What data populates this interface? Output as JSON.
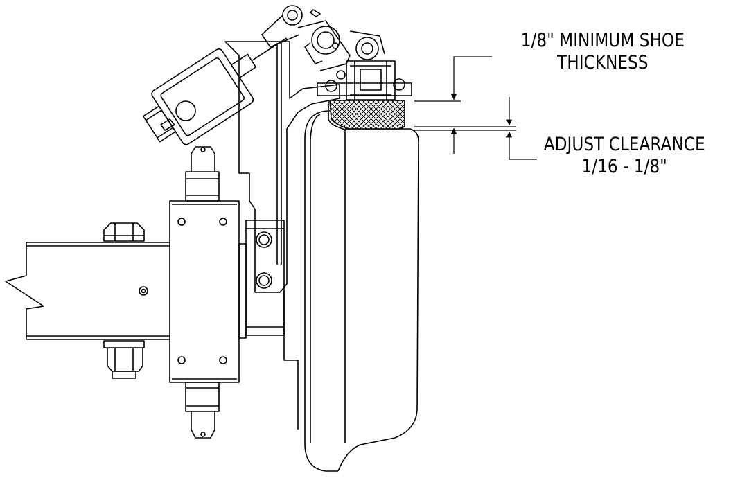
{
  "annotations": {
    "shoe_thickness": {
      "line1": "1/8\" MINIMUM SHOE",
      "line2": "THICKNESS"
    },
    "clearance": {
      "line1": "ADJUST CLEARANCE",
      "line2": "1/16 - 1/8\""
    }
  },
  "colors": {
    "line": "#000000",
    "background": "#ffffff"
  }
}
